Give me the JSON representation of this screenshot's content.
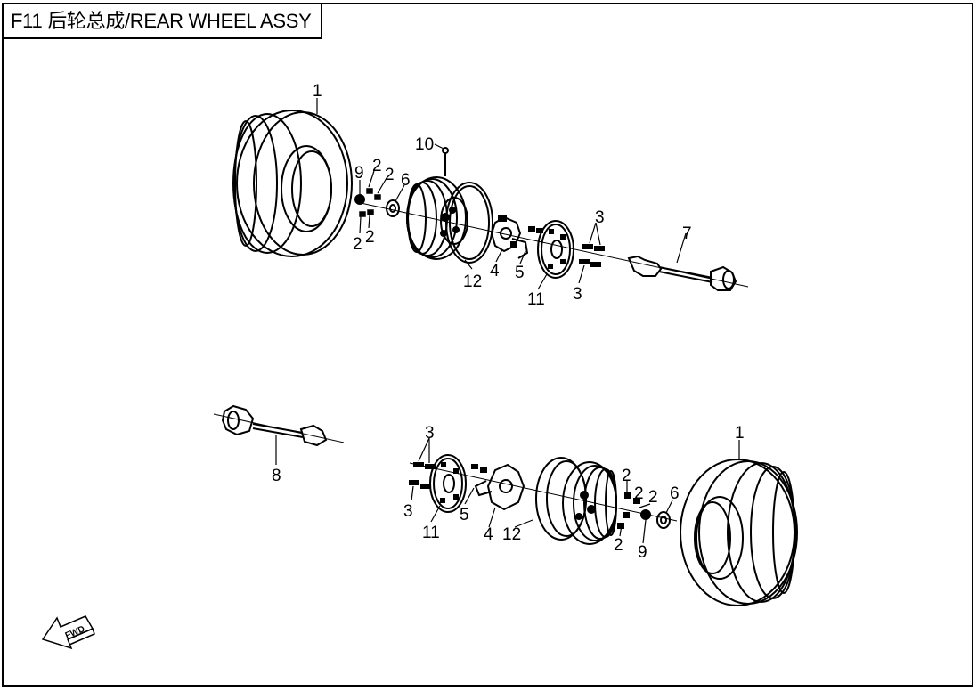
{
  "title": "F11 后轮总成/REAR WHEEL ASSY",
  "direction_arrow_text": "FWD",
  "callouts": {
    "upper": {
      "tire": "1",
      "bolt_2a": "2",
      "bolt_2b": "2",
      "bolt_2c": "2",
      "bolt_2d": "2",
      "bolt_3a": "3",
      "bolt_3b": "3",
      "knuckle": "4",
      "brake_part": "5",
      "nut_6": "6",
      "halfshaft": "7",
      "nut_9": "9",
      "valve": "10",
      "disc": "11",
      "rim": "12"
    },
    "lower": {
      "tire": "1",
      "bolt_2a": "2",
      "bolt_2b": "2",
      "bolt_2c": "2",
      "bolt_2d": "2",
      "bolt_3a": "3",
      "bolt_3b": "3",
      "knuckle": "4",
      "brake_part": "5",
      "nut_6": "6",
      "halfshaft": "8",
      "nut_9": "9",
      "disc": "11",
      "rim": "12"
    }
  }
}
